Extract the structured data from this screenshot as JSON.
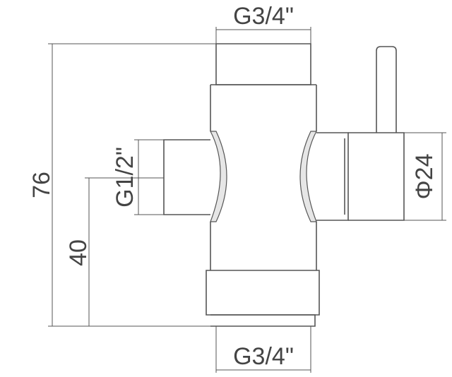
{
  "dimensions": {
    "top_thread": "G3/4\"",
    "bottom_thread": "G3/4\"",
    "side_thread": "G1/2\"",
    "total_height": "76",
    "side_outlet_height": "40",
    "valve_diameter": "Φ24"
  },
  "colors": {
    "line": "#555555",
    "text": "#444444",
    "shade": "#e6e6e6",
    "background": "#ffffff"
  }
}
